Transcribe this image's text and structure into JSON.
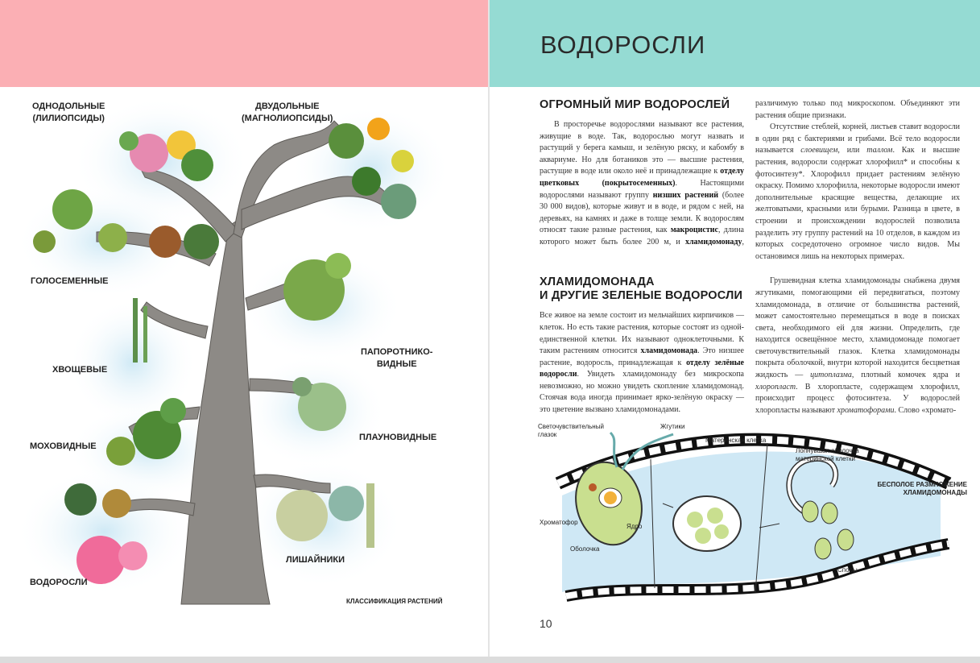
{
  "left_page": {
    "labels": {
      "monocots": "ОДНОДОЛЬНЫЕ\n(ЛИЛИОПСИДЫ)",
      "dicots": "ДВУДОЛЬНЫЕ\n(МАГНОЛИОПСИДЫ)",
      "gymnosperms": "ГОЛОСЕМЕННЫЕ",
      "horsetails": "ХВОЩЕВЫЕ",
      "ferns": "ПАПОРОТНИКО-\nВИДНЫЕ",
      "mosses": "МОХОВИДНЫЕ",
      "lycopods": "ПЛАУНОВИДНЫЕ",
      "lichens": "ЛИШАЙНИКИ",
      "algae": "ВОДОРОСЛИ"
    },
    "caption": "КЛАССИФИКАЦИЯ РАСТЕНИЙ",
    "colors": {
      "header": "#fbafb4"
    }
  },
  "right_page": {
    "title": "ВОДОРОСЛИ",
    "page_number": "10",
    "colors": {
      "header": "#95dbd3"
    },
    "section1": {
      "heading": "ОГРОМНЫЙ МИР ВОДОРОСЛЕЙ",
      "paragraphs": [
        [
          [
            "В просторечье водорослями называют все растения, живущие в воде. Так, водорослью могут назвать и растущий у берега камыш, и зелёную ряску, и кабомбу в аквариуме. Но для ботаников это — высшие растения, растущие в воде или около неё и принадлежащие к ",
            ""
          ],
          [
            "отделу цветковых (покрытосеменных)",
            "b"
          ],
          [
            ". Настоящими водорослями называют группу ",
            ""
          ],
          [
            "низших растений",
            "b"
          ],
          [
            " (более 30 000 видов), которые живут и в воде, и рядом с ней, на деревьях, на камнях и даже в толще земли. К водорослям относят такие разные растения, как ",
            ""
          ],
          [
            "макроцистис",
            "b"
          ],
          [
            ", длина которого может быть более 200 м, и ",
            ""
          ],
          [
            "хламидомонаду",
            "b"
          ],
          [
            ", различимую только под микроскопом. Объединяют эти растения общие признаки.",
            ""
          ]
        ],
        [
          [
            "Отсутствие стеблей, корней, листьев ставит водоросли в один ряд с бактериями и грибами. Всё тело водоросли называется ",
            ""
          ],
          [
            "слоевищем",
            "i"
          ],
          [
            ", или ",
            ""
          ],
          [
            "таллом",
            "i"
          ],
          [
            ". Как и высшие растения, водоросли содержат хлорофилл* и способны к фотосинтезу*. Хлорофилл придает растениям зелёную окраску. Помимо хлорофилла, некоторые водоросли имеют дополнительные красящие вещества, делающие их желтоватыми, красными или бурыми. Разница в цвете, в строении и происхождении водорослей позволила разделить эту группу растений на 10 отделов, в каждом из которых сосредоточено огромное число видов. Мы остановимся лишь на некоторых примерах.",
            ""
          ]
        ]
      ]
    },
    "section2": {
      "heading": "ХЛАМИДОМОНАДА\nИ ДРУГИЕ ЗЕЛЕНЫЕ ВОДОРОСЛИ",
      "paragraphs": [
        [
          [
            "Все живое на земле состоит из мельчайших кирпичиков — клеток. Но есть такие растения, которые состоят из одной-единственной клетки. Их называют одноклеточными. К таким растениям относится ",
            ""
          ],
          [
            "хламидомонада",
            "b"
          ],
          [
            ". Это низшее растение, водоросль, принадлежащая к ",
            ""
          ],
          [
            "отделу зелёные водоросли",
            "b"
          ],
          [
            ". Увидеть хламидомонаду без микроскопа невозможно, но можно увидеть скопление хламидомонад. Стоячая вода иногда принимает ярко-зелёную окраску — это цветение вызвано хламидомонадами.",
            ""
          ]
        ],
        [
          [
            "Грушевидная клетка хламидомонады снабжена двумя жгутиками, помогающими ей передвигаться, поэтому хламидомонада, в отличие от большинства растений, может самостоятельно перемещаться в воде в поисках света, необходимого ей для жизни. Определить, где находится освещённое место, хламидомонаде помогает светочувствительный глазок. Клетка хламидомонады покрыта оболочкой, внутри которой находится бесцветная жидкость — ",
            ""
          ],
          [
            "цитоплазма",
            "i"
          ],
          [
            ", плотный комочек ядра и ",
            ""
          ],
          [
            "хлоропласт",
            "i"
          ],
          [
            ". В хлоропласте, содержащем хлорофилл, происходит процесс фотосинтеза. У водорослей хлоропласты называют ",
            ""
          ],
          [
            "хроматофорами",
            "i"
          ],
          [
            ". Слово «хромато-",
            ""
          ]
        ]
      ]
    },
    "diagram": {
      "title": "БЕСПОЛОЕ РАЗМНОЖЕНИЕ\nХЛАМИДОМОНАДЫ",
      "labels": {
        "eyespot": "Светочувствительный\nглазок",
        "flagella": "Жгутики",
        "mother_cell": "Материнская клетка",
        "burst_shell": "Лопнувшая оболочка\nматеринской клетки",
        "chromatophore": "Хроматофор",
        "nucleus": "Ядро",
        "shell": "Оболочка",
        "spores": "Споры"
      }
    }
  }
}
